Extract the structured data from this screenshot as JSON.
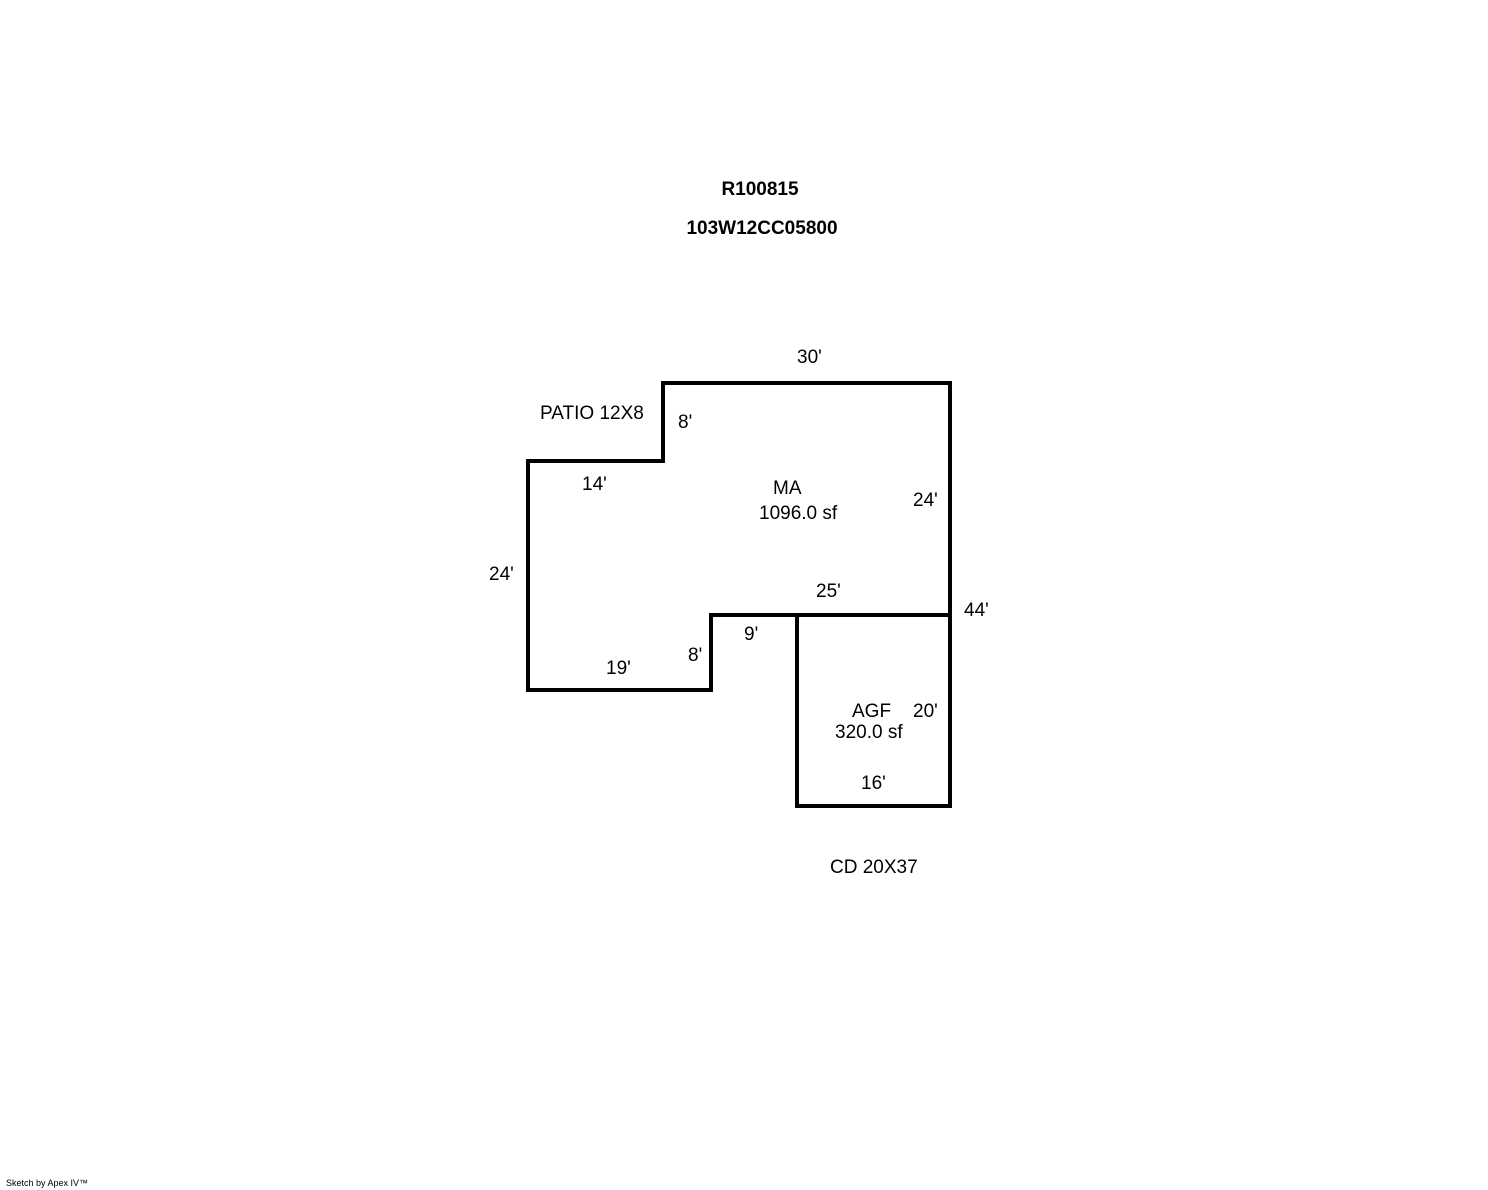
{
  "header": {
    "parcel_id": "R100815",
    "map_number": "103W12CC05800"
  },
  "areas": [
    {
      "code": "MA",
      "area": "1096.0 sf"
    },
    {
      "code": "AGF",
      "area": "320.0 sf"
    }
  ],
  "dimensions": {
    "ma_top": "30'",
    "ma_patio_step": "8'",
    "ma_right": "24'",
    "ma_upper_left": "14'",
    "ma_left": "24'",
    "ma_bottom_right": "25'",
    "ma_notch_vertical": "8'",
    "ma_notch_horizontal": "9'",
    "ma_bottom": "19'",
    "overall_right": "44'",
    "agf_right": "20'",
    "agf_bottom": "16'"
  },
  "annotations": {
    "patio": "PATIO 12X8",
    "deck": "CD 20X37"
  },
  "footer": {
    "credit": "Sketch by Apex IV™"
  }
}
